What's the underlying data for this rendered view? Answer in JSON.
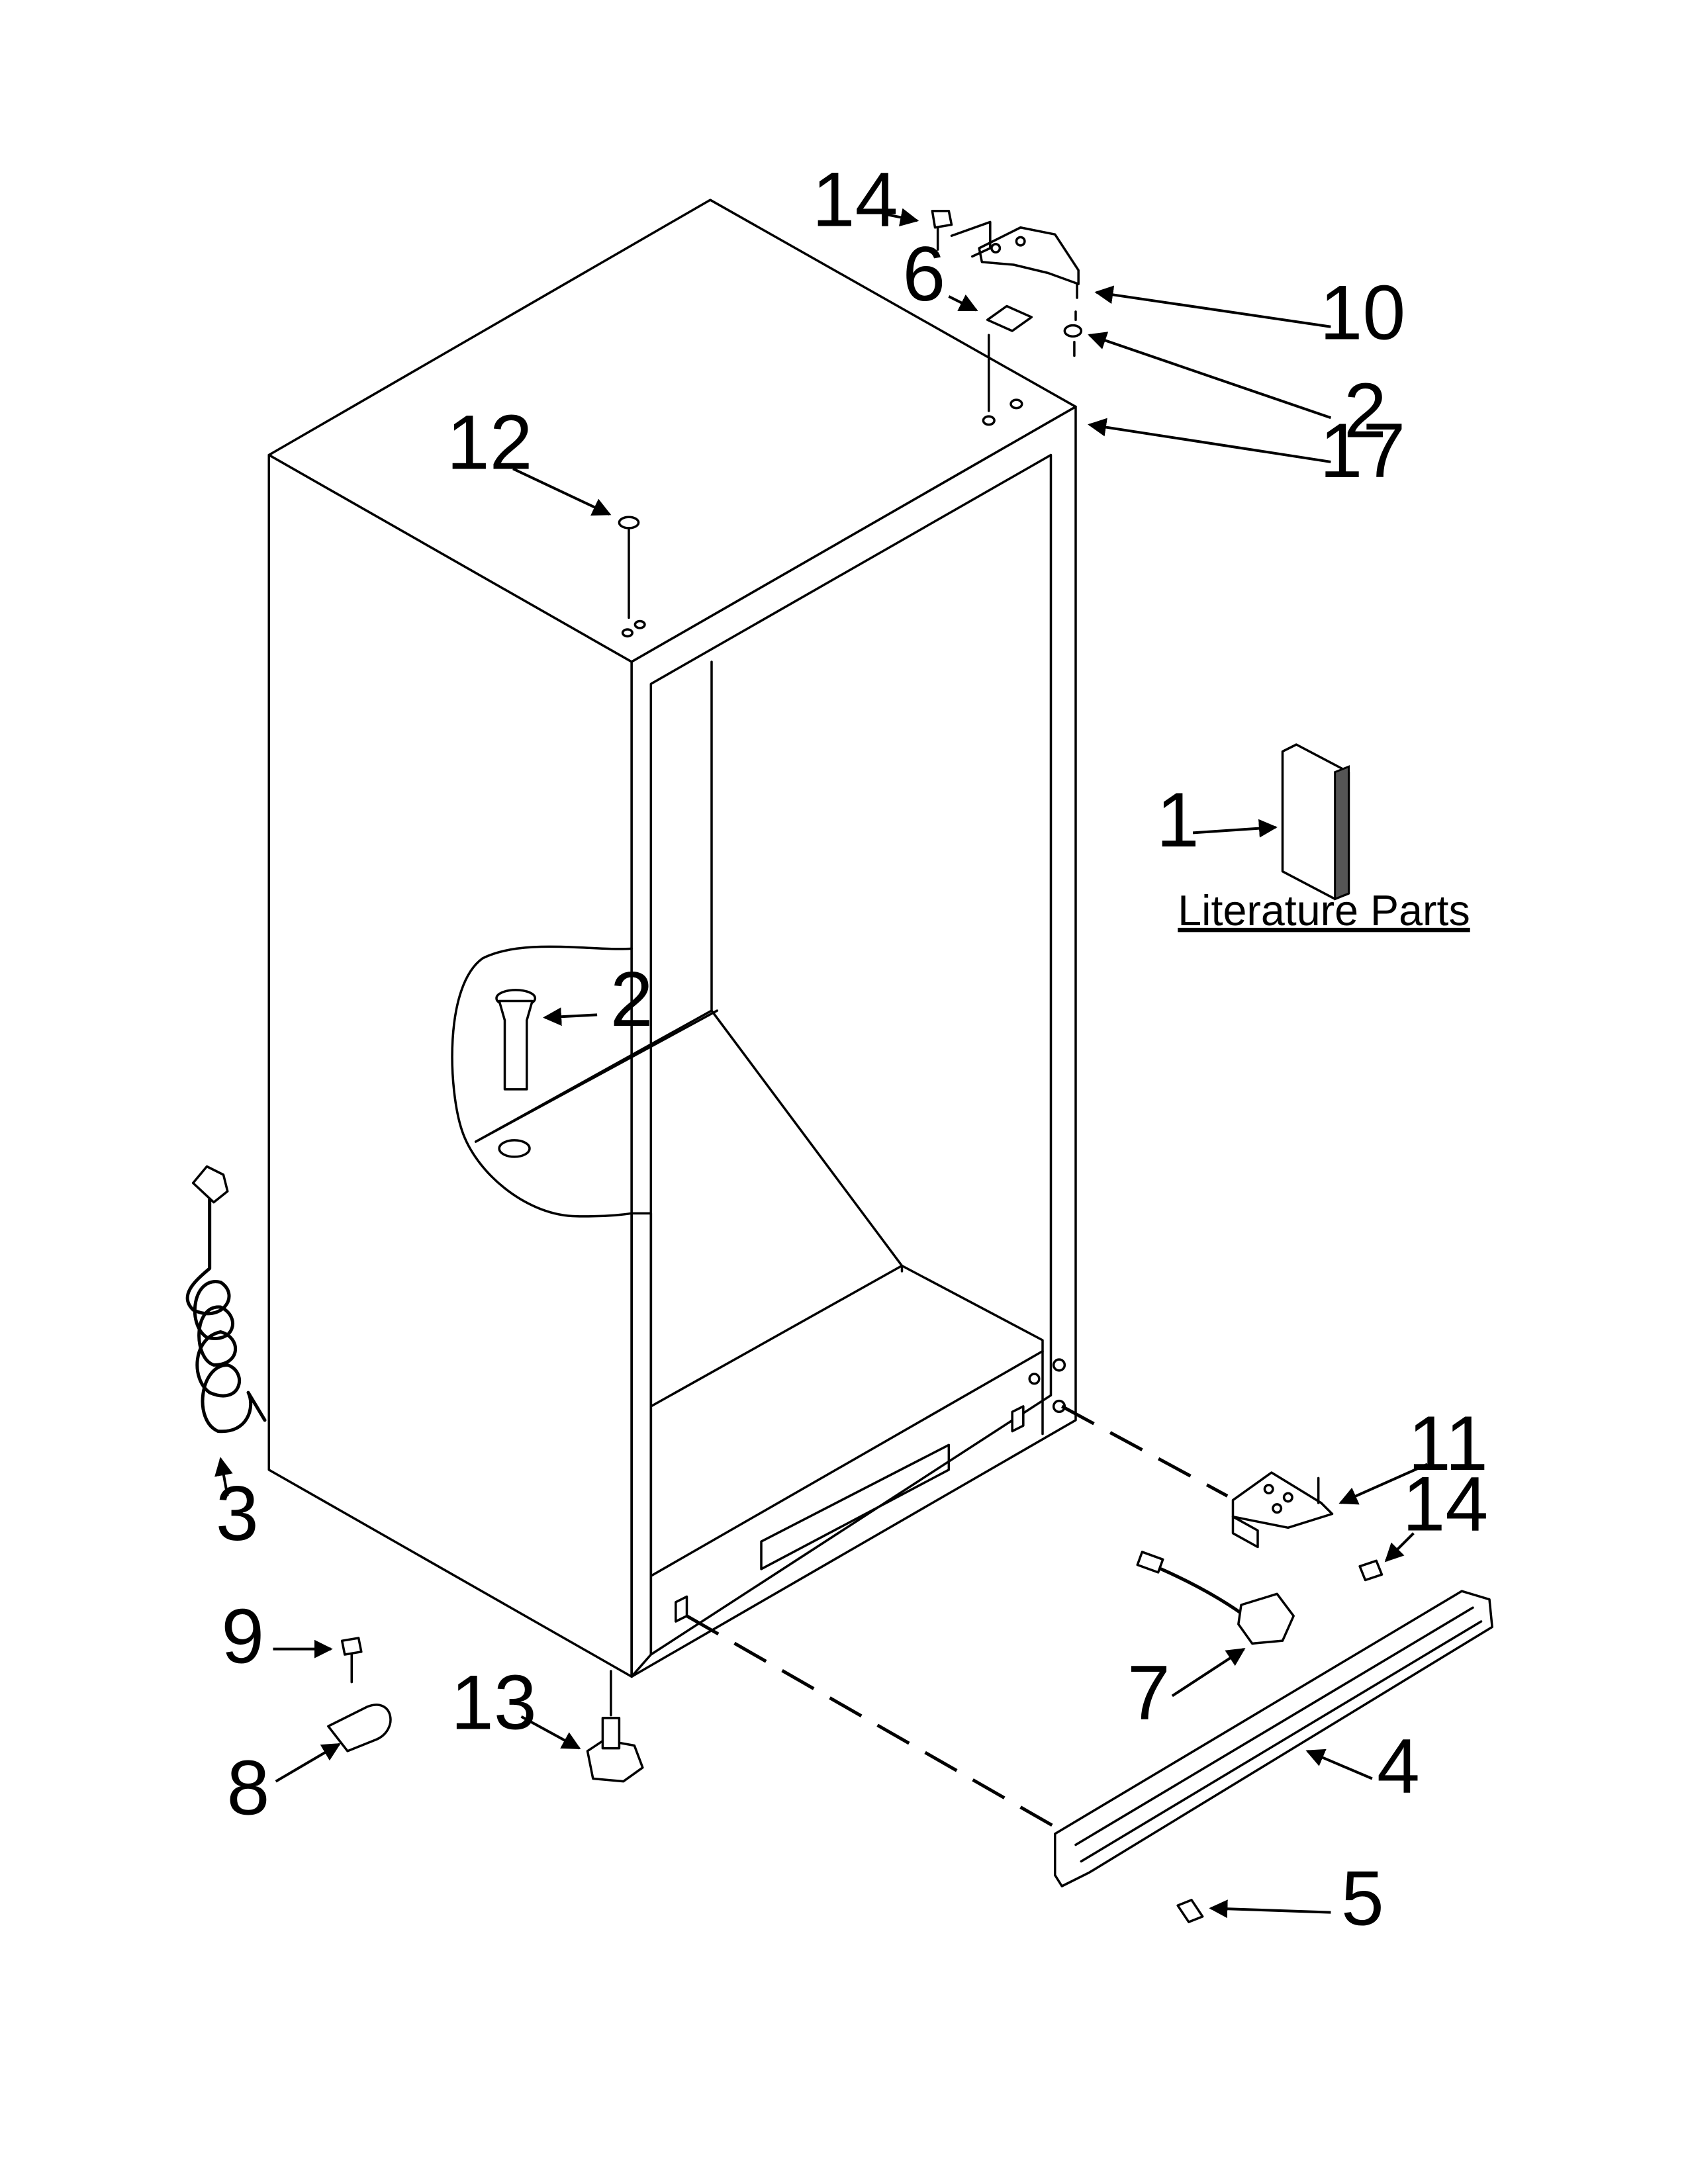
{
  "callouts": {
    "c14_top": "14",
    "c6": "6",
    "c10": "10",
    "c2_top": "2",
    "c17": "17",
    "c12": "12",
    "c1": "1",
    "c2_mid": "2",
    "c3": "3",
    "c11": "11",
    "c14_right": "14",
    "c9": "9",
    "c7": "7",
    "c13": "13",
    "c4": "4",
    "c8": "8",
    "c5": "5"
  },
  "literature_label": "Literature Parts"
}
